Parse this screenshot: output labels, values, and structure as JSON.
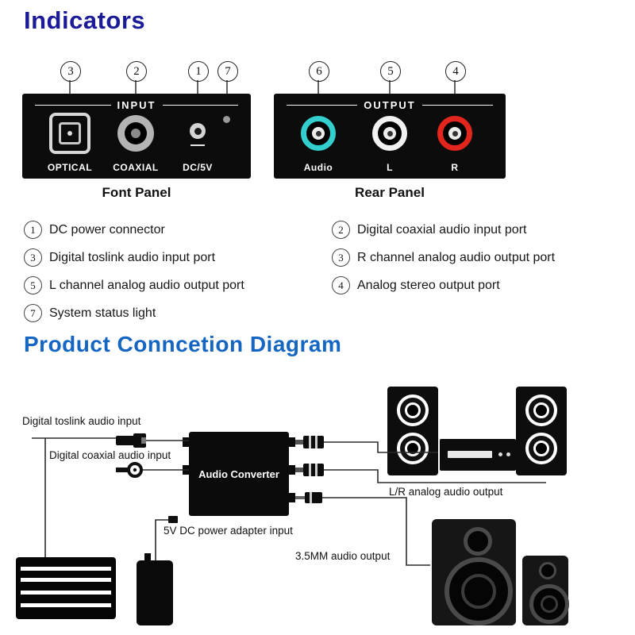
{
  "indicators": {
    "title": "Indicators",
    "title_color": "#1b1b9a",
    "front_panel": {
      "caption": "Font Panel",
      "group_label": "INPUT",
      "callouts": [
        "3",
        "2",
        "1",
        "7"
      ],
      "ports": [
        {
          "label": "OPTICAL"
        },
        {
          "label": "COAXIAL"
        },
        {
          "label": "DC/5V"
        }
      ]
    },
    "rear_panel": {
      "caption": "Rear Panel",
      "group_label": "OUTPUT",
      "callouts": [
        "6",
        "5",
        "4"
      ],
      "ports": [
        {
          "label": "Audio",
          "color": "#33cfcf"
        },
        {
          "label": "L",
          "color": "#f2f2f2"
        },
        {
          "label": "R",
          "color": "#e2261d"
        }
      ]
    },
    "legend_left": [
      {
        "num": "1",
        "text": "DC power connector"
      },
      {
        "num": "3",
        "text": "Digital toslink audio input port"
      },
      {
        "num": "5",
        "text": "L channel analog audio output port"
      },
      {
        "num": "7",
        "text": "System status light"
      }
    ],
    "legend_right": [
      {
        "num": "2",
        "text": "Digital coaxial audio input port"
      },
      {
        "num": "3",
        "text": "R channel analog audio output port"
      },
      {
        "num": "4",
        "text": "Analog stereo output port"
      }
    ]
  },
  "diagram": {
    "title": "Product Conncetion Diagram",
    "title_color": "#1566c2",
    "converter_label": "Audio Converter",
    "labels": {
      "toslink_input": "Digital  toslink audio input",
      "coaxial_input": "Digital  coaxial audio input",
      "lr_output": "L/R analog audio output",
      "power_input": "5V DC power adapter input",
      "aux_output": "3.5MM audio output"
    }
  }
}
